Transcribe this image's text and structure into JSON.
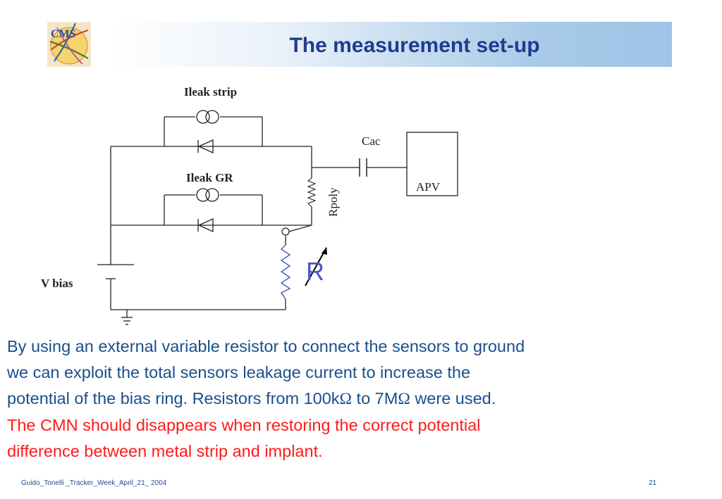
{
  "header": {
    "title": "The measurement set-up",
    "logo_text": "CMS"
  },
  "diagram": {
    "labels": {
      "ileak_strip": "Ileak strip",
      "ileak_gr": "Ileak GR",
      "cac": "Cac",
      "apv": "APV",
      "rpoly": "Rpoly",
      "v_bias": "V bias",
      "r": "R"
    }
  },
  "body": {
    "line1": "By using an external variable resistor to connect the sensors to ground",
    "line2": "we can exploit the total sensors leakage current to increase the",
    "line3_a": "potential of the bias ring. Resistors from 100k",
    "omega": "Ω",
    "line3_b": " to 7M",
    "line3_c": " were used.",
    "red1": "The CMN should disappears when restoring the correct potential",
    "red2": "difference  between metal strip and implant."
  },
  "footer": {
    "left": "Guido_Tonelli _Tracker_Week_April_21_ 2004",
    "page": "21"
  }
}
